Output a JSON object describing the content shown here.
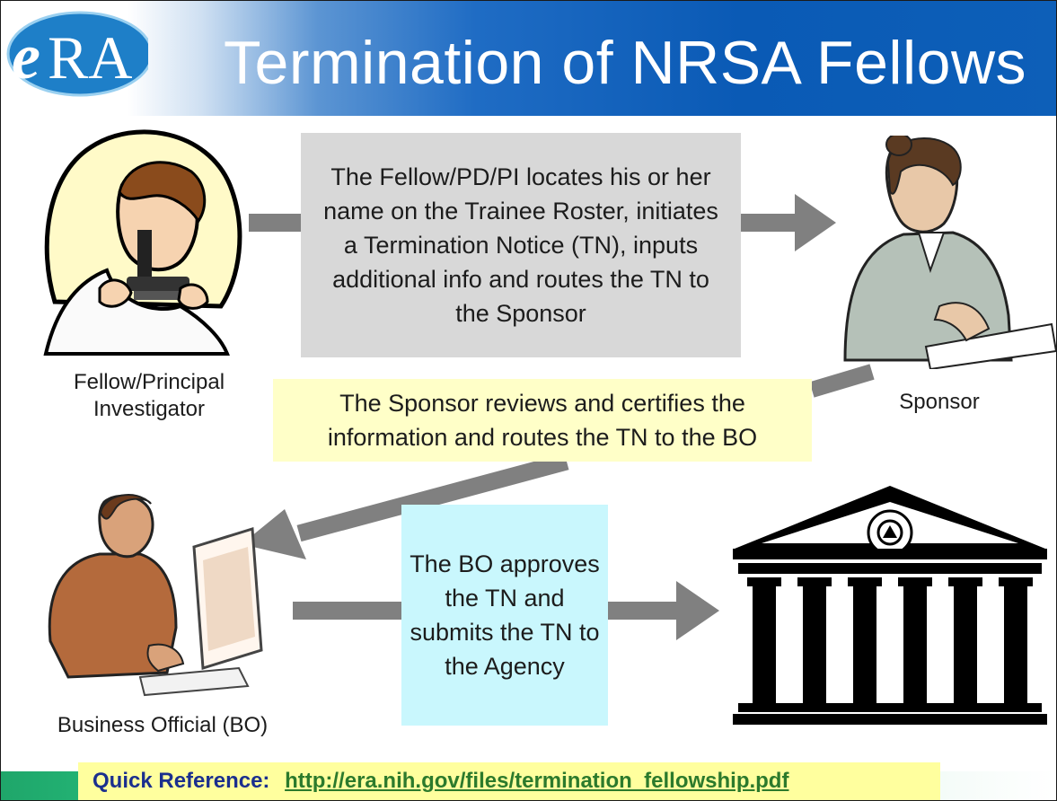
{
  "header": {
    "logo_text": "eRA",
    "title": "Termination of NRSA Fellows"
  },
  "steps": {
    "step1": "The Fellow/PD/PI locates his or her name on the Trainee Roster, initiates a Termination Notice (TN),  inputs additional info and routes the TN to the Sponsor",
    "step2": "The Sponsor reviews and certifies the information and routes the TN to the BO",
    "step3": "The BO approves the TN and submits the TN to the Agency"
  },
  "actors": {
    "fellow": "Fellow/Principal Investigator",
    "sponsor": "Sponsor",
    "business_official": "Business Official (BO)"
  },
  "footer": {
    "label": "Quick Reference:",
    "link": "http://era.nih.gov/files/termination_fellowship.pdf"
  },
  "colors": {
    "header_blue": "#0a5ab5",
    "arrow_gray": "#808080",
    "box_gray": "#d8d8d8",
    "box_yellow": "#ffffc8",
    "box_cyan": "#c9f7fd",
    "footer_yellow": "#ffff9e"
  },
  "icons": [
    "era-logo",
    "scientist-clipart",
    "sponsor-clipart",
    "business-official-clipart",
    "agency-building-icon"
  ]
}
